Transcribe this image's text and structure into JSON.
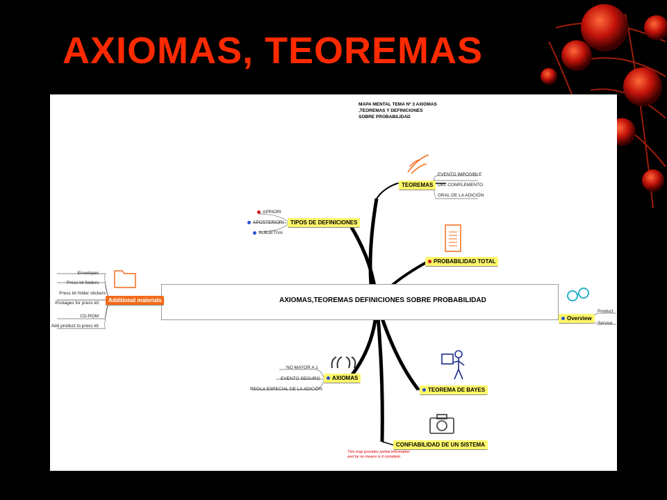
{
  "slide": {
    "title": "AXIOMAS, TEOREMAS"
  },
  "mindmap": {
    "note": [
      "MAPA MENTAL TEMA Nº 3 AXIOMAS",
      ",TEOREMAS Y DEFINICIONES",
      "SOBRE PROBABILIDAD"
    ],
    "center": "AXIOMAS,TEOREMAS  DEFINICIONES SOBRE PROBABILIDAD",
    "teoremas": {
      "label": "TEOREMAS",
      "items": [
        "EVENTO IMPOSIBLE",
        "DEL COMPLEMENTO",
        "GRAL DE LA ADICIÓN"
      ]
    },
    "tipos": {
      "label": "TIPOS DE DEFINICIONES",
      "items": [
        "APRIORI",
        "APOSTERIORI",
        "SUBJETIVA"
      ]
    },
    "probabilidad_total": {
      "label": "PROBABILIDAD TOTAL"
    },
    "overview": {
      "label": "Overview",
      "items": [
        "Product",
        "Service"
      ]
    },
    "additional": {
      "label": "Additional materials",
      "items": [
        "Envelopes",
        "Press kit folders",
        "Press kit folder stickers",
        "Postages for press kit",
        "CD-ROM",
        "Add product to press kit"
      ]
    },
    "axiomas": {
      "label": "AXIOMAS",
      "items": [
        "NO MAYOR A 1",
        "EVENTO SEGURO",
        "REGLA ESPECIAL DE LA ADICIÓN"
      ]
    },
    "bayes": {
      "label": "TEOREMA DE BAYES"
    },
    "confiabilidad": {
      "label": "CONFIABILIDAD DE UN SISTEMA"
    },
    "disclaimer": [
      "This map provides partial information",
      "and by no means is it complete."
    ]
  },
  "colors": {
    "title": "#ff2a00",
    "node_yellow": "#fff86a",
    "node_orange": "#f36c1a",
    "dot_red": "#d0161b",
    "dot_blue": "#2a4fd0"
  }
}
